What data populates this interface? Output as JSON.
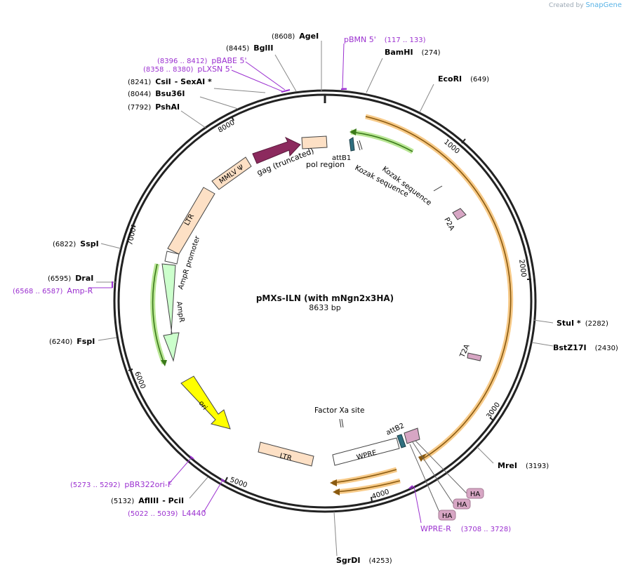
{
  "branding": {
    "prefix": "Created by",
    "name": "SnapGene"
  },
  "title": {
    "name": "pMXs-ILN (with mNgn2x3HA)",
    "length": "8633 bp"
  },
  "colors": {
    "backbone": "#1a1a1a",
    "enzyme_label": "#000000",
    "enzyme_pos": "#000000",
    "primer": "#9b30d0",
    "orf_halo_orange": "#f4b860",
    "orf_halo_green": "#6ec23a",
    "ltr": "#fde0c5",
    "gag": "#8c2a5e",
    "ampr": "#ccffcc",
    "ori": "#ffff00",
    "atT": "#2f6f7f",
    "tag": "#d7a6c4"
  },
  "ticks": [
    "1000",
    "2000",
    "3000",
    "4000",
    "5000",
    "6000",
    "7000",
    "8000"
  ],
  "enzymes": [
    {
      "name": "AgeI",
      "pos": "(8608)"
    },
    {
      "name": "BglII",
      "pos": "(8445)"
    },
    {
      "name": "CsiI",
      "pos": "(8241)",
      "extra": "- SexAI *"
    },
    {
      "name": "Bsu36I",
      "pos": "(8044)"
    },
    {
      "name": "PshAI",
      "pos": "(7792)"
    },
    {
      "name": "BamHI",
      "pos": "(274)"
    },
    {
      "name": "EcoRI",
      "pos": "(649)"
    },
    {
      "name": "SspI",
      "pos": "(6822)"
    },
    {
      "name": "DraI",
      "pos": "(6595)"
    },
    {
      "name": "FspI",
      "pos": "(6240)"
    },
    {
      "name": "StuI *",
      "pos": "(2282)"
    },
    {
      "name": "BstZ17I",
      "pos": "(2430)"
    },
    {
      "name": "MreI",
      "pos": "(3193)"
    },
    {
      "name": "SgrDI",
      "pos": "(4253)"
    },
    {
      "name": "AflIII",
      "pos": "(5132)",
      "extra": "- PciI"
    }
  ],
  "primers": [
    {
      "name": "pBMN 5'",
      "range": "(117 .. 133)"
    },
    {
      "name": "pBABE 5'",
      "range": "(8396 .. 8412)"
    },
    {
      "name": "pLXSN 5'",
      "range": "(8358 .. 8380)"
    },
    {
      "name": "Amp-R",
      "range": "(6568 .. 6587)"
    },
    {
      "name": "pBR322ori-F",
      "range": "(5273 .. 5292)"
    },
    {
      "name": "L4440",
      "range": "(5022 .. 5039)"
    },
    {
      "name": "WPRE-R",
      "range": "(3708 .. 3728)"
    }
  ],
  "features": {
    "gag": "gag (truncated)",
    "pol": "pol region",
    "attB1": "attB1",
    "kozak1": "Kozak sequence",
    "kozak2": "Kozak sequence",
    "p2a": "P2A",
    "t2a": "T2A",
    "mmlv": "MMLV Ψ",
    "ltr_top": "LTR",
    "ampr_promoter": "AmpR promoter",
    "ampr": "AmpR",
    "ori": "ori",
    "ltr_bottom": "LTR",
    "wpre": "WPRE",
    "factor_xa": "Factor Xa site",
    "attB2": "attB2",
    "ha1": "HA",
    "ha2": "HA",
    "ha3": "HA"
  }
}
